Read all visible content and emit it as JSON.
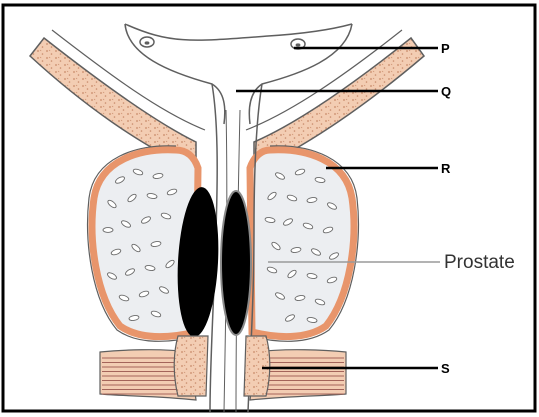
{
  "labels": {
    "p": "P",
    "q": "Q",
    "r": "R",
    "prostate": "Prostate",
    "s": "S"
  },
  "colors": {
    "frame": "#000000",
    "muscle_fill": "#f3cdb3",
    "capsule": "#e8956b",
    "gland_fill": "#eceef1",
    "outline": "#5f5f5f",
    "occluding_mass": "#000000",
    "leader_line": "#000000",
    "prostate_pointer": "#9a9a9a"
  }
}
